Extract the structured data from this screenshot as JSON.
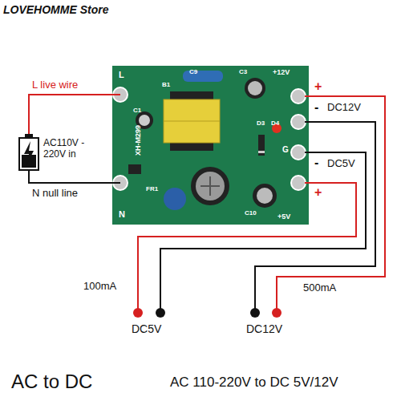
{
  "diagram": {
    "title": "AC to DC",
    "caption": "AC 110-220V to DC 5V/12V",
    "nodes": [
      {
        "text": [
          "L",
          "C9",
          "C3",
          "+12V",
          "B1",
          "C1",
          "D3",
          "D4",
          "G",
          "XH-M299",
          "FR1",
          "C10",
          "+5V",
          "N"
        ]
      }
    ],
    "labels": [
      "LOVEHOMME Store",
      "L live wire",
      "AC110V - 220V in",
      "N null line",
      "+",
      "DC12V",
      "-",
      "-",
      "DC5V",
      "+",
      "100mA",
      "500mA",
      "DC5V",
      "DC12V"
    ]
  }
}
